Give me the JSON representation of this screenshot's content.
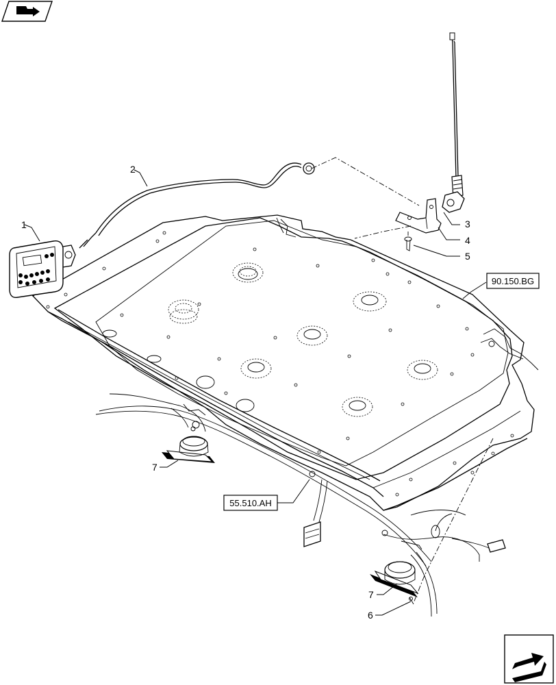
{
  "callouts": [
    {
      "id": "1",
      "text": "1"
    },
    {
      "id": "2",
      "text": "2"
    },
    {
      "id": "3",
      "text": "3"
    },
    {
      "id": "4",
      "text": "4"
    },
    {
      "id": "5",
      "text": "5"
    },
    {
      "id": "6",
      "text": "6"
    },
    {
      "id": "7a",
      "text": "7"
    },
    {
      "id": "7b",
      "text": "7"
    }
  ],
  "references": {
    "upper": "90.150.BG",
    "lower": "55.510.AH"
  },
  "nav_icons": {
    "top": "book-arrow-icon",
    "bottom": "next-page-arrow-icon"
  }
}
